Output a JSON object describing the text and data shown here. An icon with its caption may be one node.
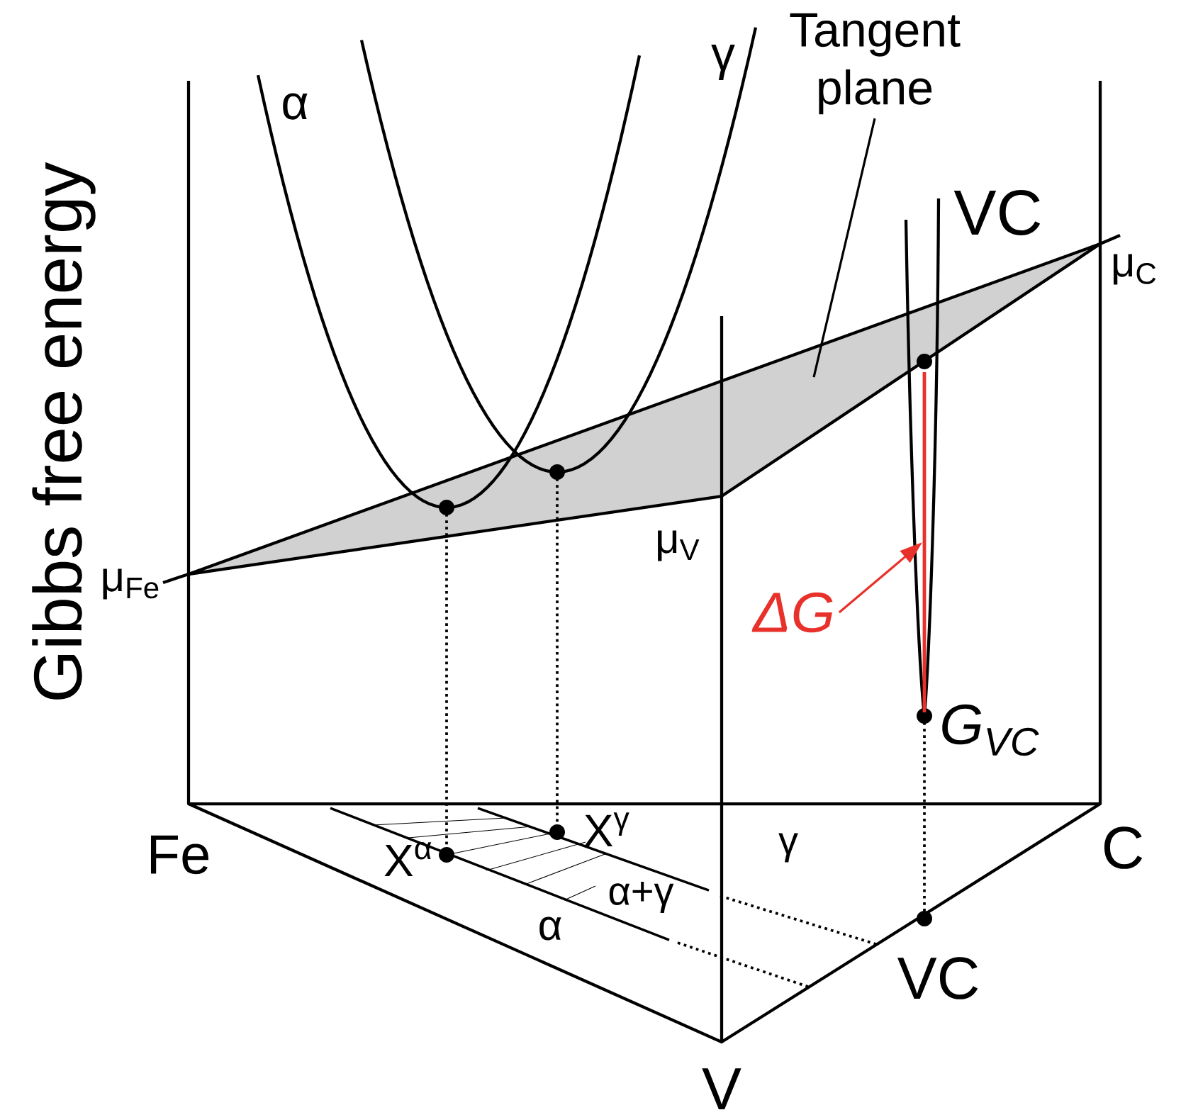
{
  "diagram": {
    "nodes": [
      {
        "text": [
          "Tangent plane"
        ]
      },
      {
        "text": [
          "ΔG"
        ]
      },
      {
        "text": [],
        "shape": "bar"
      }
    ],
    "edges": [
      {
        "from": 0,
        "to": null,
        "arrow": "none"
      },
      {
        "from": 1,
        "to": 2,
        "arrow": "to",
        "color": "#e8312a"
      }
    ],
    "labels": [
      "Gibbs free energy",
      "α",
      "γ",
      "VC",
      "μ$_{C}$",
      "μ$_{V}$",
      "μ$_{Fe}$",
      "G$_{VC}$",
      "Fe",
      "X$^{α}$",
      "X$^{γ}$",
      "γ",
      "α+γ",
      "α",
      "C",
      "VC",
      "V"
    ]
  }
}
